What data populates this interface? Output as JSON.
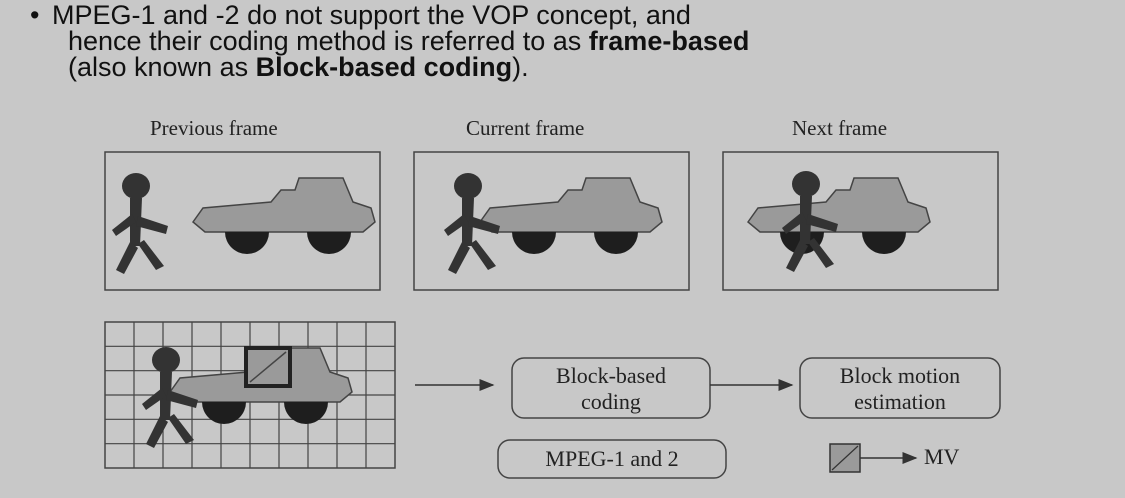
{
  "bullet": {
    "marker": "•",
    "line1": "MPEG-1 and -2 do not support the VOP concept, and",
    "line2_plain": "hence their coding method is referred to as ",
    "line2_bold": "frame-based",
    "line3_plain_start": "(also known as ",
    "line3_bold": "Block-based coding",
    "line3_plain_end": ")."
  },
  "frames": {
    "previous": "Previous frame",
    "current": "Current frame",
    "next": "Next frame"
  },
  "boxes": {
    "block_coding_line1": "Block-based",
    "block_coding_line2": "coding",
    "motion_line1": "Block motion",
    "motion_line2": "estimation",
    "mpeg": "MPEG-1 and 2"
  },
  "legend": {
    "mv": "MV"
  },
  "colors": {
    "background": "#c8c8c8",
    "shape_fill": "#9a9a9a",
    "figure": "#333333",
    "wheel": "#1e1e1e",
    "outline": "#444444"
  }
}
